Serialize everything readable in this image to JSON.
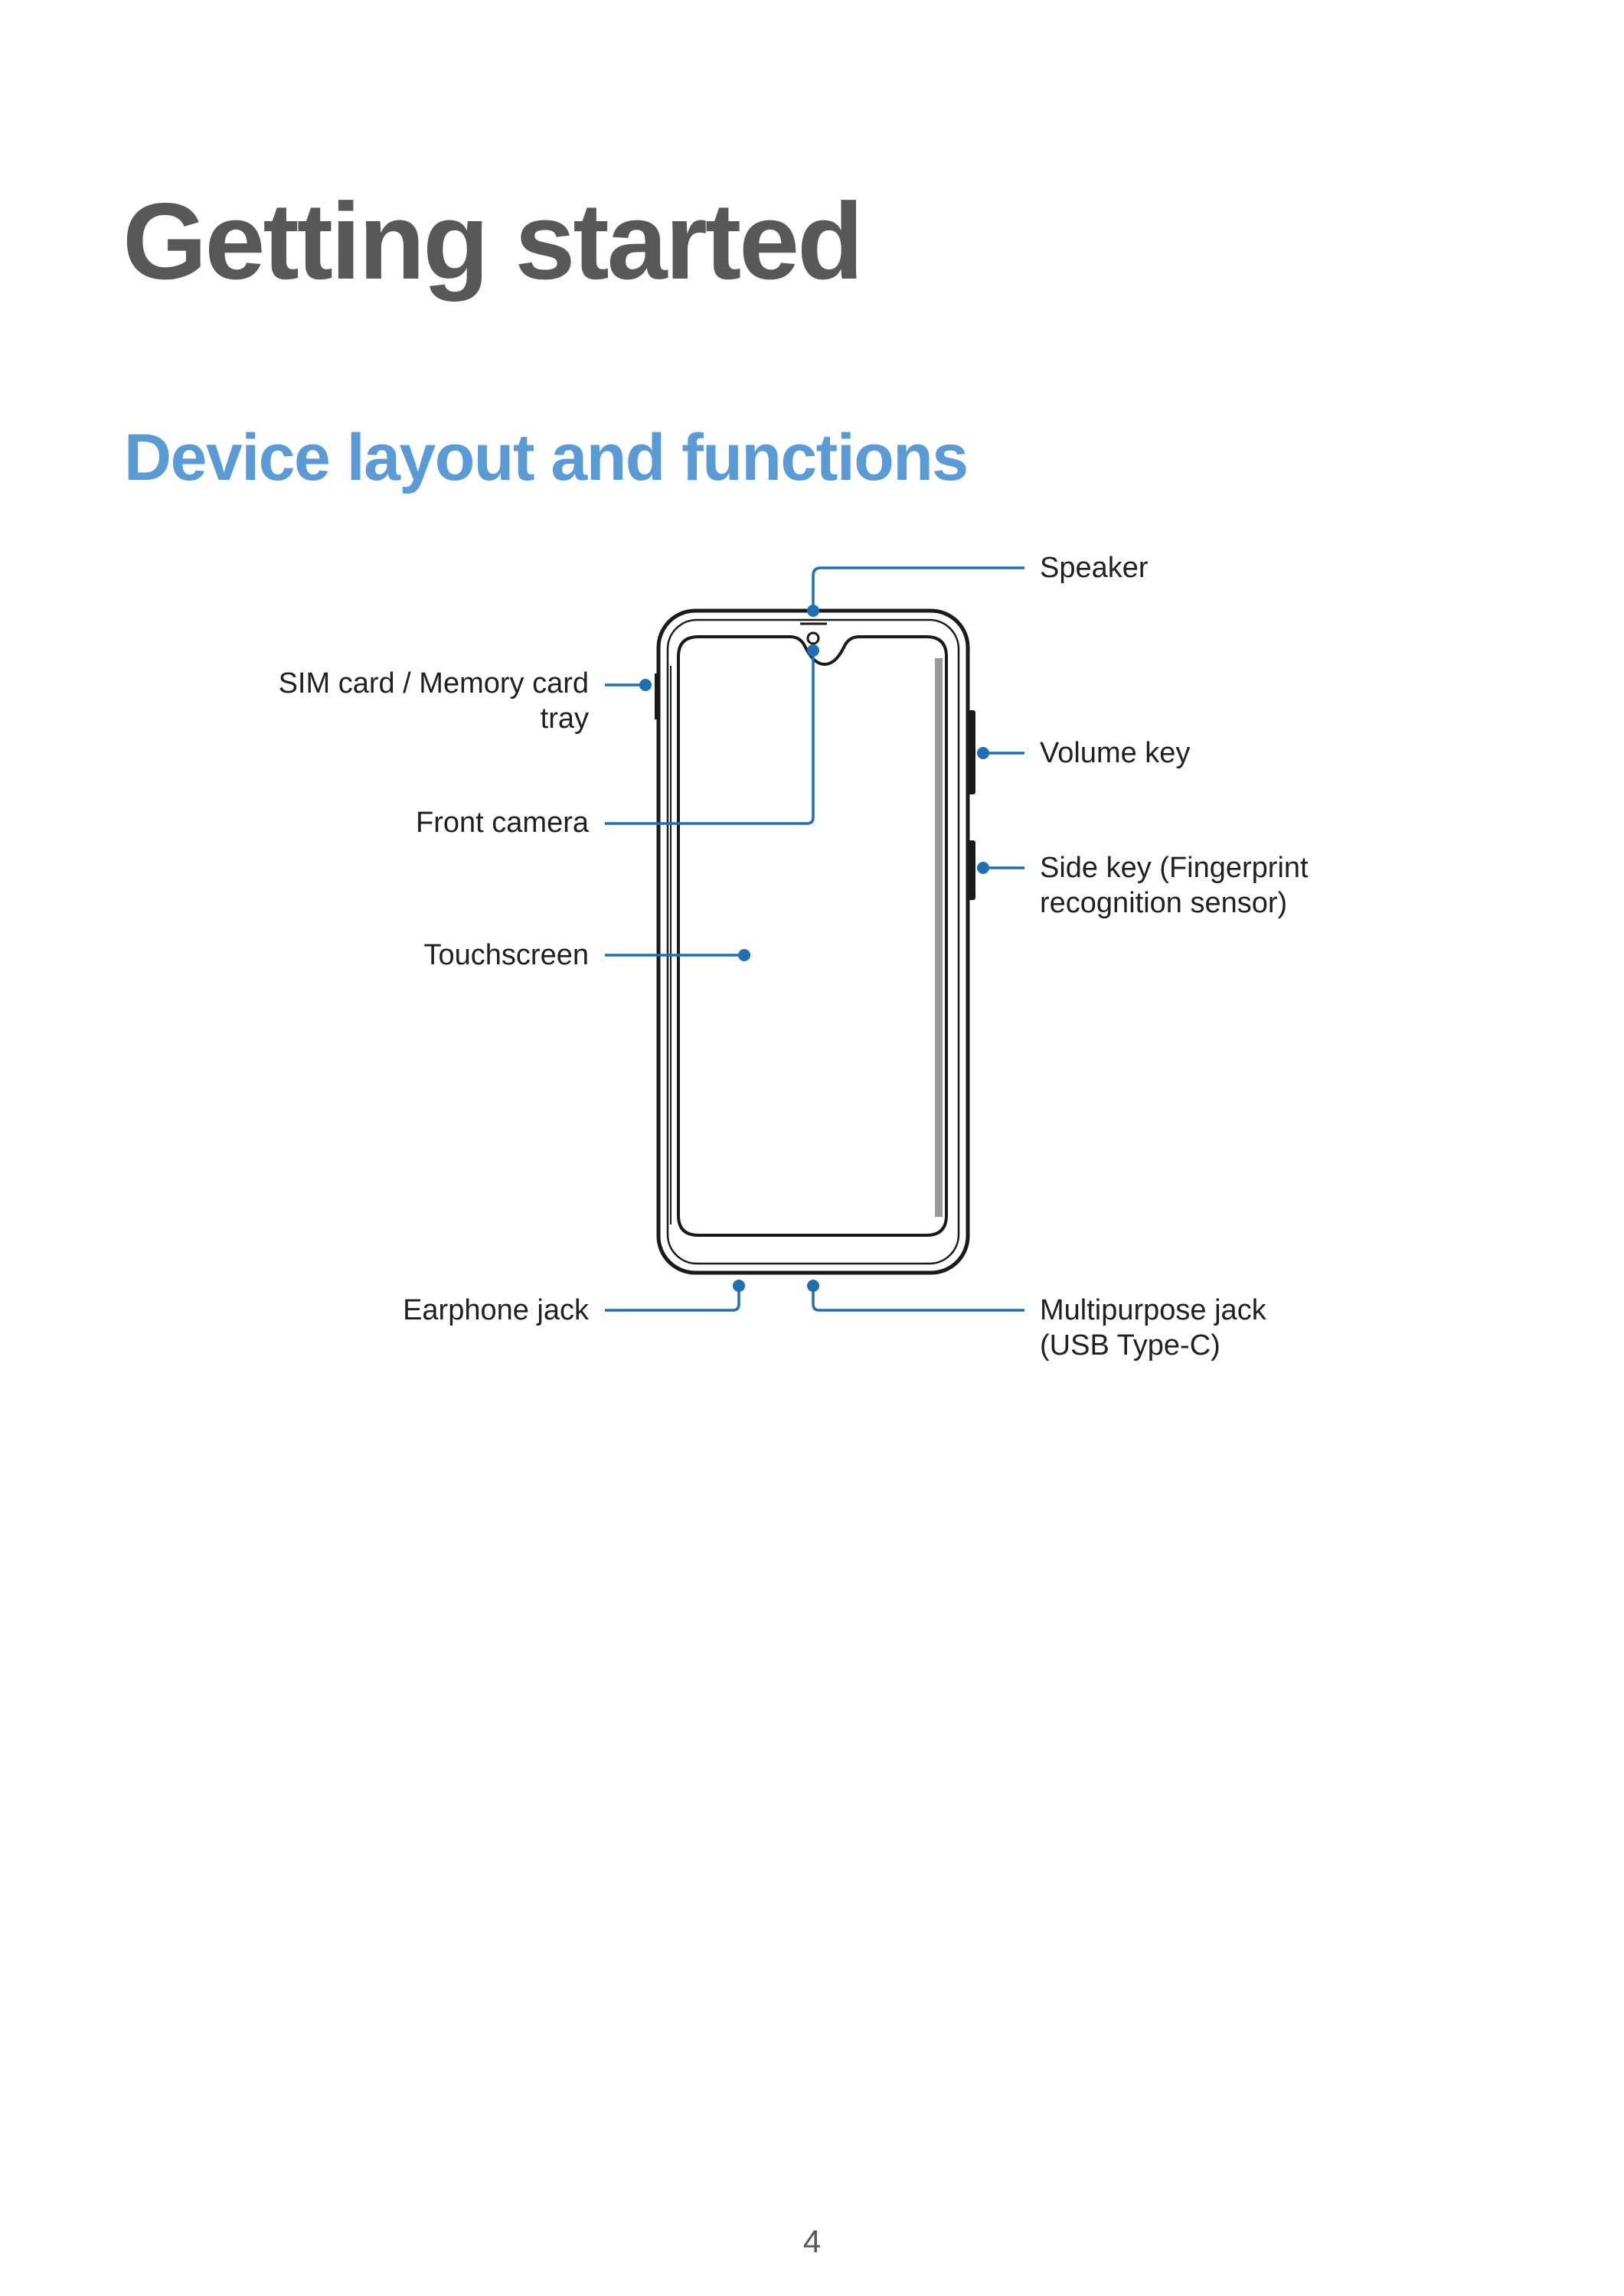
{
  "chapter_title": "Getting started",
  "section_title": "Device layout and functions",
  "callouts": {
    "speaker": "Speaker",
    "sim_tray_line1": "SIM card / Memory card",
    "sim_tray_line2": "tray",
    "volume_key": "Volume key",
    "front_camera": "Front camera",
    "side_key_line1": "Side key (Fingerprint",
    "side_key_line2": "recognition sensor)",
    "touchscreen": "Touchscreen",
    "earphone_jack": "Earphone jack",
    "multipurpose_jack_line1": "Multipurpose jack",
    "multipurpose_jack_line2": "(USB Type-C)"
  },
  "page_number": "4",
  "colors": {
    "callout_line": "#1f6fb2",
    "chapter_title": "#58585a",
    "section_title": "#5b9bd5"
  }
}
